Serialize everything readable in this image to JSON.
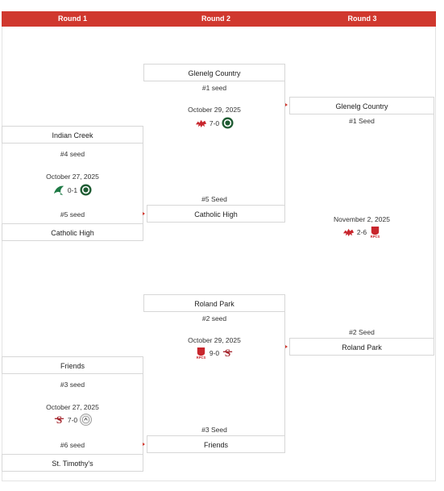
{
  "rounds": [
    "Round 1",
    "Round 2",
    "Round 3"
  ],
  "round1": {
    "top": {
      "team_a": "Indian Creek",
      "seed_a": "#4 seed",
      "date": "October 27, 2025",
      "score": "0-1",
      "seed_b": "#5 seed",
      "team_b": "Catholic High"
    },
    "bottom": {
      "team_a": "Friends",
      "seed_a": "#3 seed",
      "date": "October 27, 2025",
      "score": "7-0",
      "seed_b": "#6 seed",
      "team_b": "St. Timothy's"
    }
  },
  "round2": {
    "top": {
      "team_a": "Glenelg Country",
      "seed_a": "#1 seed",
      "date": "October 29, 2025",
      "score": "7-0",
      "seed_b": "#5 Seed",
      "team_b": "Catholic High"
    },
    "bottom": {
      "team_a": "Roland Park",
      "seed_a": "#2 seed",
      "date": "October 29, 2025",
      "score": "9-0",
      "seed_b": "#3 Seed",
      "team_b": "Friends"
    }
  },
  "round3": {
    "team_a": "Glenelg Country",
    "seed_a": "#1 Seed",
    "date": "November 2, 2025",
    "score": "2-6",
    "seed_b": "#2 Seed",
    "team_b": "Roland Park"
  },
  "colors": {
    "header": "#d0382e",
    "border": "#d7d7d7"
  },
  "icons": {
    "indian_creek": "green-hawk-logo",
    "catholic_high": "green-circle-logo",
    "glenelg": "red-dragon-logo",
    "roland_park": "red-shield-rpcs-logo",
    "friends": "red-s-logo",
    "st_timothys": "gray-circle-logo"
  }
}
